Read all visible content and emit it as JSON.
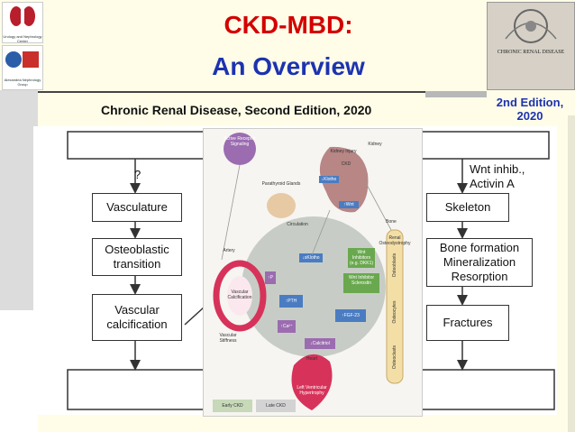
{
  "logos": {
    "top_caption": "Urology and Nephrology Center",
    "bottom_caption": "Alexandria Nephrology Group"
  },
  "title": {
    "line1": "CKD-MBD:",
    "line2": "An Overview"
  },
  "subtitle": "Chronic Renal Disease, Second Edition, 2020",
  "book": {
    "cover_title": "CHRONIC RENAL DISEASE",
    "edition_line1": "2nd Edition,",
    "edition_line2": "2020"
  },
  "flow_left": {
    "question": "?",
    "boxes": [
      "Vasculature",
      "Osteoblastic transition",
      "Vascular calcification"
    ]
  },
  "flow_right": {
    "label": "Wnt inhib., Activin A",
    "boxes": [
      "Skeleton",
      "Bone formation Mineralization Resorption",
      "Fractures"
    ]
  },
  "figure": {
    "active_receptor": "Active Receptor Signaling",
    "kidney_injury": "Kidney Injury",
    "ckd": "CKD",
    "kidney": "Kidney",
    "klotho": "↓Klotho",
    "wnt": "↑Wnt",
    "parathyroid": "Parathyroid Glands",
    "circulation": "Circulation",
    "bone": "Bone",
    "renal_osteo": "Renal Osteodystrophy",
    "klotho_circ": "↓sKlotho",
    "wnt_inhib1": "Wnt Inhibitors (e.g. DKK1)",
    "wnt_inhib2": "Wnt Inhibitor Sclerostin",
    "artery": "Artery",
    "vascular_calc": "Vascular Calcification",
    "phos": "↑P",
    "pth": "↑PTH",
    "fgf23": "↑FGF-23",
    "ca": "↑Ca²⁺",
    "calcitriol": "↓Calcitriol",
    "vascular_stiff": "Vascular Stiffness",
    "heart": "Heart",
    "lvh": "Left Ventricular Hypertrophy",
    "osteoblasts": "Osteoblasts",
    "osteocytes": "Osteocytes",
    "osteoclasts": "Osteoclasts",
    "legend_early": "Early CKD",
    "legend_late": "Late CKD"
  },
  "colors": {
    "title_red": "#d40000",
    "title_blue": "#1c33b0"
  }
}
